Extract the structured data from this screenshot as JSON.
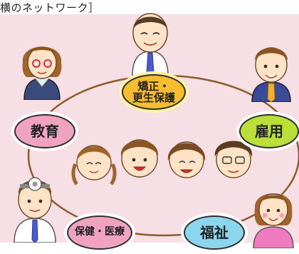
{
  "title": "横のネットワーク］",
  "nodes": {
    "correction": {
      "label": "矯正・\n更生保護",
      "color": "#f8bd2e",
      "ring": "#fff3a8"
    },
    "education": {
      "label": "教育",
      "color": "#f0a3bf",
      "ring": "#ffffff"
    },
    "employment": {
      "label": "雇用",
      "color": "#b9df38",
      "ring": "#ffffff"
    },
    "health": {
      "label": "保健・医療",
      "color": "#f0a3bf",
      "ring": "#ffffff"
    },
    "welfare": {
      "label": "福祉",
      "color": "#8bd6ec",
      "ring": "#ffffff"
    }
  },
  "colors": {
    "background": "#f7dfe6",
    "ellipse_stroke": "#8b5c2a"
  },
  "people": [
    {
      "role": "correction-officer"
    },
    {
      "role": "teacher"
    },
    {
      "role": "employer"
    },
    {
      "role": "doctor"
    },
    {
      "role": "welfare-worker"
    },
    {
      "role": "children-group"
    }
  ]
}
